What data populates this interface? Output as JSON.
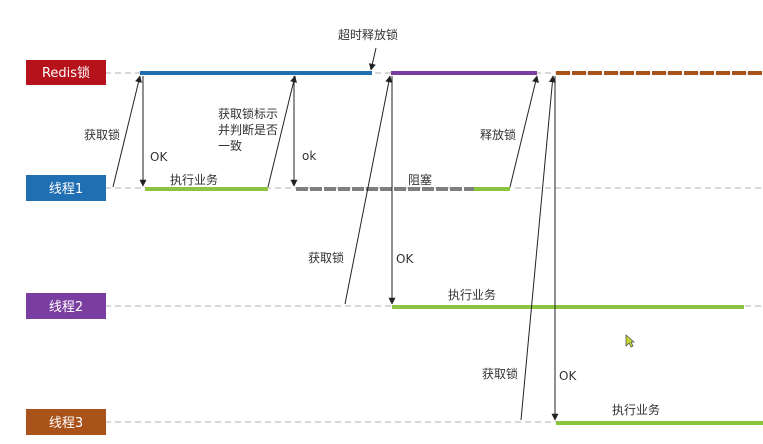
{
  "lanes": [
    {
      "key": "redis",
      "label": "Redis锁",
      "color": "#b5121b"
    },
    {
      "key": "thread1",
      "label": "线程1",
      "color": "#1f6fb2"
    },
    {
      "key": "thread2",
      "label": "线程2",
      "color": "#7a3ea0"
    },
    {
      "key": "thread3",
      "label": "线程3",
      "color": "#a9521a"
    }
  ],
  "segment_colors": {
    "lock_thread1": "#1f6fb2",
    "lock_thread2": "#7a3ea0",
    "lock_thread3": "#a9521a",
    "work": "#8cc43f",
    "blocked": "#7f7f7f"
  },
  "annotations": {
    "timeout_release": "超时释放锁",
    "acquire_1": "获取锁",
    "ok_1": "OK",
    "check_line1": "获取锁标示",
    "check_line2": "并判断是否",
    "check_line3": "一致",
    "ok_check": "ok",
    "release": "释放锁",
    "work_1": "执行业务",
    "blocked": "阻塞",
    "acquire_2": "获取锁",
    "ok_2": "OK",
    "work_2": "执行业务",
    "acquire_3": "获取锁",
    "ok_3": "OK",
    "work_3": "执行业务"
  }
}
